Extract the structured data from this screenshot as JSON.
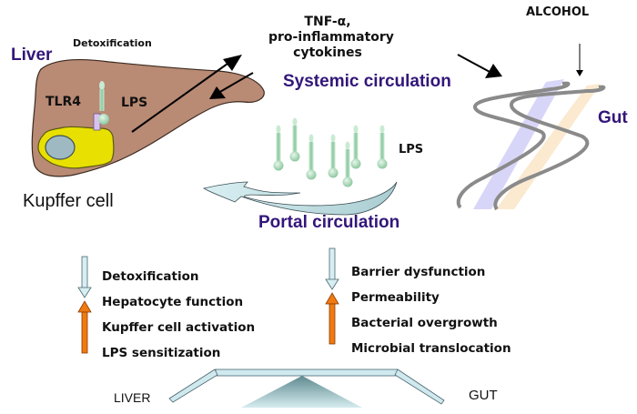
{
  "labels": {
    "liver": "Liver",
    "detoxification_top": "Detoxification",
    "tlr4": "TLR4",
    "lps_liver": "LPS",
    "kupffer_cell": "Kupffer cell",
    "cytokines_line1": "TNF-α,",
    "cytokines_line2": "pro-inflammatory",
    "cytokines_line3": "cytokines",
    "systemic_circulation": "Systemic circulation",
    "alcohol": "ALCOHOL",
    "gut": "Gut",
    "lps_portal": "LPS",
    "portal_circulation": "Portal circulation"
  },
  "liver_effects": [
    {
      "text": "Detoxification",
      "direction": "down"
    },
    {
      "text": "Hepatocyte function",
      "direction": "down"
    },
    {
      "text": "Kupffer cell activation",
      "direction": "up"
    },
    {
      "text": "LPS sensitization",
      "direction": "up"
    }
  ],
  "gut_effects": [
    {
      "text": "Barrier dysfunction",
      "direction": "down"
    },
    {
      "text": "Permeability",
      "direction": "up"
    },
    {
      "text": "Bacterial overgrowth",
      "direction": "up"
    },
    {
      "text": "Microbial translocation",
      "direction": "up"
    }
  ],
  "balance": {
    "left_label": "LIVER",
    "right_label": "GUT"
  },
  "colors": {
    "title_purple": "#33167a",
    "liver_brown": "#b98a74",
    "kupffer_yellow": "#e8e000",
    "nucleus_blue": "#9fb9c2",
    "lps_green": "#9fd0ae",
    "decrease_arrow": "#d7eef2",
    "increase_arrow": "#f07a10",
    "gut_lavender": "#d8d6f8",
    "gut_peach": "#fbe9d0"
  }
}
